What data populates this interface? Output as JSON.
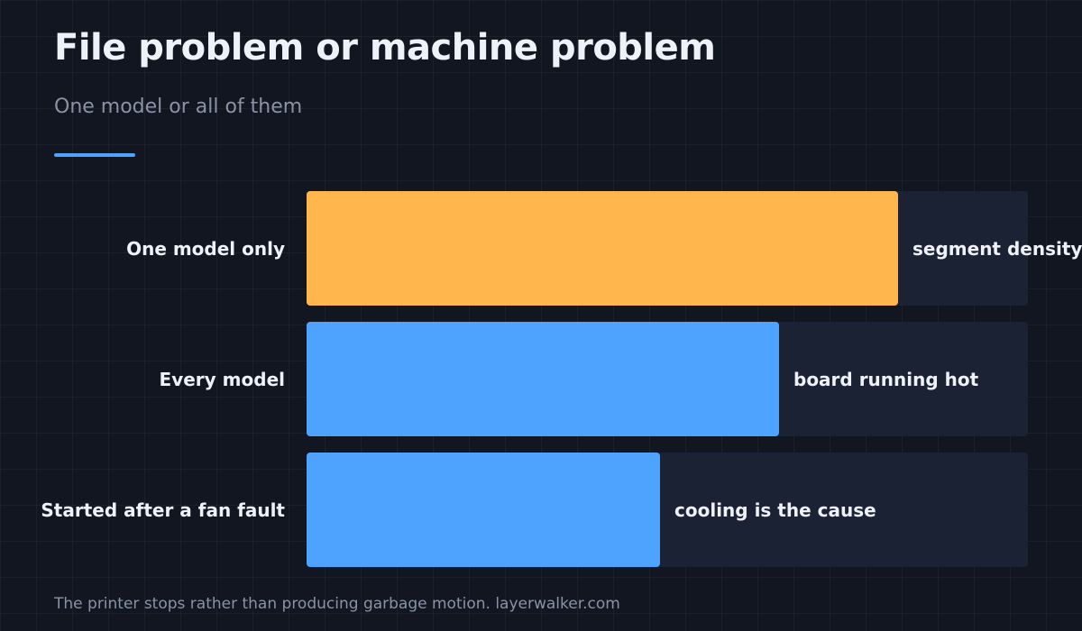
{
  "title": "File problem or machine problem",
  "subtitle": "One model or all of them",
  "footer": "The printer stops rather than producing garbage motion. layerwalker.com",
  "colors": {
    "accent": "#4ea3ff",
    "highlight": "#ffb74d",
    "track": "#1b2233",
    "background": "#121621"
  },
  "chart_data": {
    "type": "bar",
    "orientation": "horizontal",
    "categories": [
      "One model only",
      "Every model",
      "Started after a fan fault"
    ],
    "values": [
      82,
      65.5,
      49
    ],
    "xlim": [
      0,
      100
    ],
    "annotations": [
      "segment density",
      "board running hot",
      "cooling is the cause"
    ],
    "bar_colors": [
      "#ffb74d",
      "#4ea3ff",
      "#4ea3ff"
    ],
    "title": "File problem or machine problem",
    "subtitle": "One model or all of them",
    "xlabel": "",
    "ylabel": "",
    "grid": true,
    "legend": "none"
  }
}
